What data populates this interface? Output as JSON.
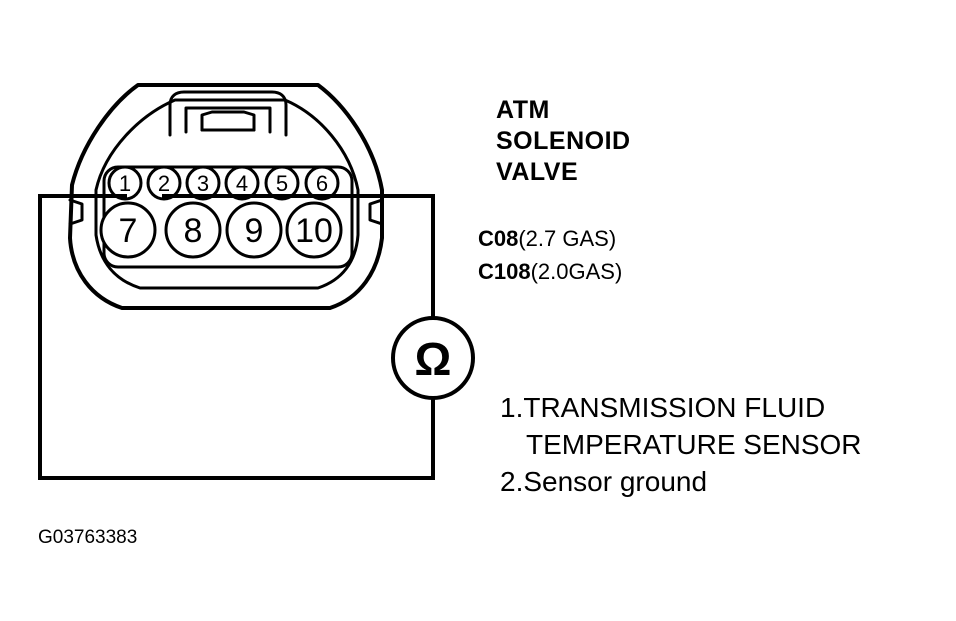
{
  "component_title": [
    "ATM",
    "SOLENOID",
    "VALVE"
  ],
  "connectors": [
    {
      "code": "C08",
      "note": "(2.7 GAS)"
    },
    {
      "code": "C108",
      "note": "(2.0GAS)"
    }
  ],
  "pins_top": [
    "1",
    "2",
    "3",
    "4",
    "5",
    "6"
  ],
  "pins_bottom": [
    "7",
    "8",
    "9",
    "10"
  ],
  "meter_symbol": "Ω",
  "legend": {
    "item1_line1": "1.TRANSMISSION FLUID",
    "item1_line2": "TEMPERATURE SENSOR",
    "item2": "2.Sensor ground"
  },
  "figure_code": "G03763383"
}
